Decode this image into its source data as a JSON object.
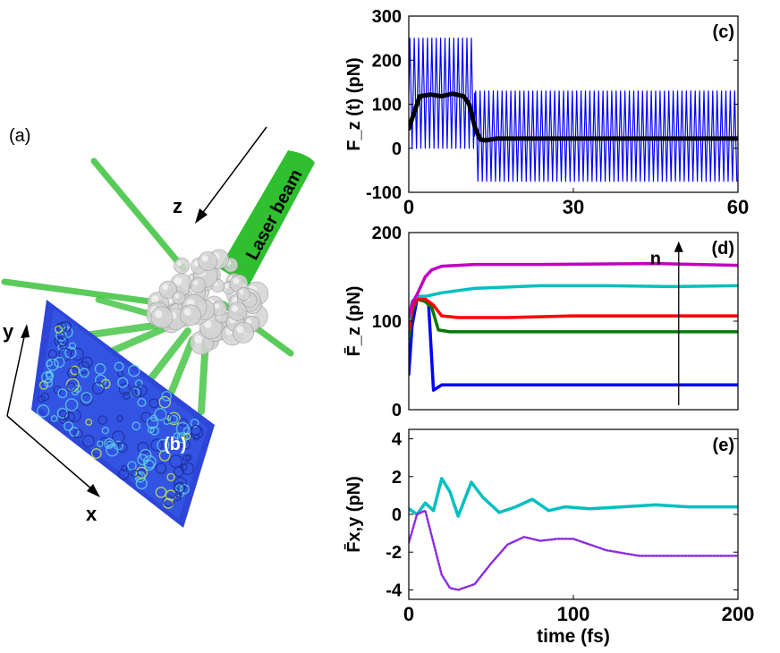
{
  "figure": {
    "label_a": "(a)",
    "label_b": "(b)",
    "axis_x": "x",
    "axis_y": "y",
    "axis_z": "z",
    "beam_label": "Laser beam",
    "beam_color": "#2fbf2f",
    "cluster_color": "#c9c9c9",
    "detector_color": "#2d46d8"
  },
  "chart_data": [
    {
      "panel": "(c)",
      "type": "line",
      "ylabel": "F_z (t) (pN)",
      "xlim": [
        0,
        60
      ],
      "ylim": [
        -100,
        300
      ],
      "xticks": [
        0,
        30,
        60
      ],
      "yticks": [
        -100,
        0,
        100,
        200,
        300
      ],
      "series": [
        {
          "color": "#0000ff",
          "description": "oscillating force",
          "segments": [
            {
              "x_range": [
                0,
                12
              ],
              "min": 0,
              "max": 250,
              "period_fs": 0.8
            },
            {
              "x_range": [
                12,
                60
              ],
              "min": -75,
              "max": 130,
              "period_fs": 0.8
            }
          ]
        },
        {
          "color": "#000000",
          "description": "time-averaged force",
          "x": [
            0,
            2,
            4,
            6,
            8,
            10,
            11,
            12,
            13,
            14,
            16,
            20,
            30,
            40,
            50,
            60
          ],
          "y": [
            45,
            118,
            122,
            118,
            124,
            118,
            100,
            50,
            20,
            18,
            22,
            22,
            22,
            22,
            22,
            22
          ]
        }
      ]
    },
    {
      "panel": "(d)",
      "type": "line",
      "ylabel": "F̄_z (pN)",
      "xlim": [
        0,
        200
      ],
      "ylim": [
        0,
        200
      ],
      "yticks": [
        0,
        100,
        200
      ],
      "arrow_label": "n",
      "series": [
        {
          "color": "#0000ff",
          "x": [
            0,
            2,
            5,
            8,
            12,
            15,
            20,
            40,
            100,
            200
          ],
          "y": [
            40,
            95,
            125,
            125,
            120,
            22,
            28,
            28,
            28,
            28
          ]
        },
        {
          "color": "#007a00",
          "x": [
            0,
            2,
            5,
            10,
            14,
            18,
            25,
            60,
            100,
            200
          ],
          "y": [
            80,
            110,
            125,
            122,
            115,
            90,
            88,
            88,
            88,
            88
          ]
        },
        {
          "color": "#ff0000",
          "x": [
            0,
            2,
            5,
            10,
            15,
            20,
            30,
            60,
            100,
            200
          ],
          "y": [
            90,
            115,
            125,
            125,
            118,
            106,
            104,
            104,
            106,
            106
          ]
        },
        {
          "color": "#00bfbf",
          "x": [
            0,
            2,
            5,
            10,
            20,
            40,
            80,
            120,
            160,
            200
          ],
          "y": [
            100,
            122,
            128,
            128,
            132,
            137,
            140,
            140,
            139,
            140
          ]
        },
        {
          "color": "#bf00bf",
          "x": [
            0,
            2,
            5,
            10,
            14,
            20,
            40,
            80,
            150,
            200
          ],
          "y": [
            105,
            120,
            130,
            150,
            158,
            162,
            164,
            164,
            165,
            163
          ]
        }
      ]
    },
    {
      "panel": "(e)",
      "type": "line",
      "ylabel": "F̄x,y (pN)",
      "xlabel": "time (fs)",
      "xlim": [
        0,
        200
      ],
      "ylim": [
        -4.5,
        4.5
      ],
      "xticks": [
        0,
        100,
        200
      ],
      "yticks": [
        -4,
        -2,
        0,
        2,
        4
      ],
      "series": [
        {
          "color": "#00bfbf",
          "style": "solid",
          "x": [
            0,
            5,
            10,
            15,
            20,
            25,
            30,
            38,
            45,
            55,
            65,
            75,
            85,
            95,
            110,
            130,
            150,
            170,
            200
          ],
          "y": [
            0.3,
            0.0,
            0.6,
            0.2,
            1.9,
            1.2,
            -0.1,
            1.7,
            0.9,
            0.1,
            0.4,
            0.8,
            0.2,
            0.4,
            0.3,
            0.4,
            0.5,
            0.4,
            0.4
          ]
        },
        {
          "color": "#8a2be2",
          "style": "dotted",
          "x": [
            0,
            5,
            10,
            15,
            20,
            25,
            30,
            40,
            50,
            60,
            70,
            80,
            90,
            100,
            120,
            140,
            160,
            180,
            200
          ],
          "y": [
            -1.5,
            0.0,
            0.2,
            -1.5,
            -3.2,
            -3.9,
            -4.0,
            -3.7,
            -2.6,
            -1.6,
            -1.2,
            -1.4,
            -1.3,
            -1.3,
            -1.9,
            -2.2,
            -2.2,
            -2.2,
            -2.2
          ]
        }
      ]
    }
  ]
}
